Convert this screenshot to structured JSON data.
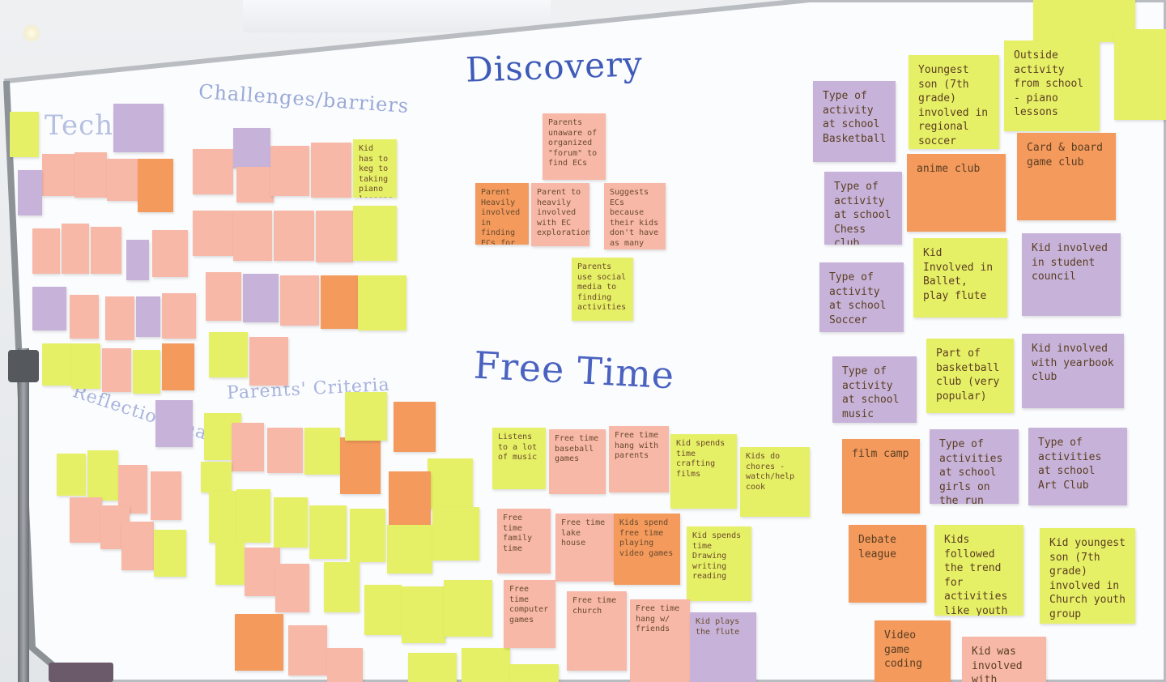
{
  "headings": {
    "discovery": "Discovery",
    "free_time": "Free Time",
    "challenges": "Challenges/barriers",
    "tech": "Tech",
    "parents_criteria": "Parents' Criteria",
    "reflection": "Reflection/sharing"
  },
  "notes": {
    "d1": "Parents unaware of organized \"forum\" to find ECs",
    "d2": "Parent Heavily involved in finding ECs for kids",
    "d3": "Parent to heavily involved with EC exploration",
    "d4": "Suggests ECs because their kids don't have as many",
    "d5": "Parents use social media to finding activities",
    "c1": "Kid has to keg to taking piano lessons due to cost of lessons and no piano (time)",
    "f1": "Listens to a lot of music",
    "f2": "Free time baseball games",
    "f3": "Free time hang with parents",
    "f4": "Kid spends time crafting films",
    "f5": "Kids do chores - watch/help cook",
    "f6": "Free time family time",
    "f7": "Free time lake house",
    "f8": "Kids spend free time playing video games",
    "f9": "Kid spends time Drawing writing reading",
    "f10": "Free time computer games",
    "f11": "Free time church",
    "f12": "Free time hang w/ friends",
    "f13": "Kid plays the flute",
    "r1": "Youngest son (7th grade) involved in regional soccer league (outside of school)",
    "r2": "Outside activity from school - piano lessons",
    "r3": "Type of activity at school Basketball",
    "r4": "anime club",
    "r5": "Card & board game club",
    "r6": "Type of activity at school Chess club",
    "r7": "Kid Involved in Ballet, play flute",
    "r8": "Kid involved in student council",
    "r9": "Type of activity at school Soccer",
    "r10": "Part of basketball club (very popular)",
    "r11": "Kid involved with yearbook club",
    "r12": "Type of activity at school music (very popular)",
    "r13": "film camp",
    "r14": "Type of activities at school girls on the run (cross)",
    "r15": "Type of activities at school Art Club",
    "r16": "Debate league",
    "r17": "Kids followed the trend for activities like youth group",
    "r18": "Kid youngest son (7th grade) involved in Church youth group",
    "r19": "Video game coding",
    "r20": "Kid was involved with"
  },
  "colors": {
    "yellow": "#e6f066",
    "pink": "#f7b8a8",
    "orange": "#f39a5c",
    "lavender": "#c7b3d9",
    "marker_blue": "#3f5bb8"
  }
}
